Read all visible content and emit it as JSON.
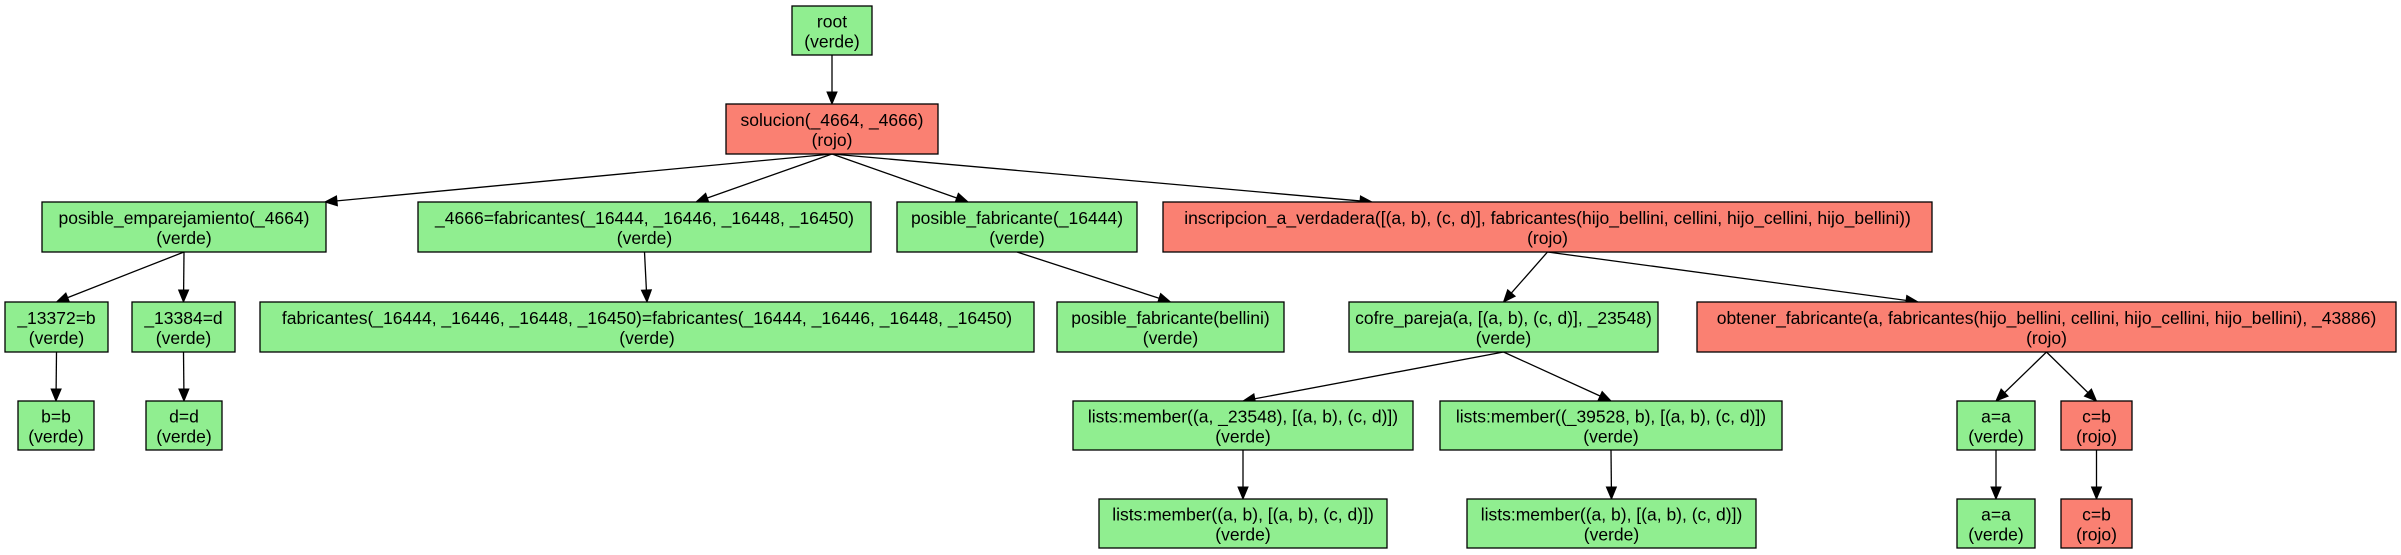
{
  "colors": {
    "verde": "#90ee90",
    "rojo": "#fa8072"
  },
  "nodes": [
    {
      "id": "n0",
      "label": "root",
      "state": "(verde)",
      "color": "verde"
    },
    {
      "id": "n1",
      "label": "solucion(_4664, _4666)",
      "state": "(rojo)",
      "color": "rojo"
    },
    {
      "id": "n2",
      "label": "posible_emparejamiento(_4664)",
      "state": "(verde)",
      "color": "verde"
    },
    {
      "id": "n3",
      "label": "_4666=fabricantes(_16444, _16446, _16448, _16450)",
      "state": "(verde)",
      "color": "verde"
    },
    {
      "id": "n4",
      "label": "posible_fabricante(_16444)",
      "state": "(verde)",
      "color": "verde"
    },
    {
      "id": "n5",
      "label": "inscripcion_a_verdadera([(a, b), (c, d)], fabricantes(hijo_bellini, cellini, hijo_cellini, hijo_bellini))",
      "state": "(rojo)",
      "color": "rojo"
    },
    {
      "id": "n6",
      "label": "_13372=b",
      "state": "(verde)",
      "color": "verde"
    },
    {
      "id": "n7",
      "label": "_13384=d",
      "state": "(verde)",
      "color": "verde"
    },
    {
      "id": "n8",
      "label": "fabricantes(_16444, _16446, _16448, _16450)=fabricantes(_16444, _16446, _16448, _16450)",
      "state": "(verde)",
      "color": "verde"
    },
    {
      "id": "n9",
      "label": "posible_fabricante(bellini)",
      "state": "(verde)",
      "color": "verde"
    },
    {
      "id": "n10",
      "label": "cofre_pareja(a, [(a, b), (c, d)], _23548)",
      "state": "(verde)",
      "color": "verde"
    },
    {
      "id": "n11",
      "label": "obtener_fabricante(a, fabricantes(hijo_bellini, cellini, hijo_cellini, hijo_bellini), _43886)",
      "state": "(rojo)",
      "color": "rojo"
    },
    {
      "id": "n12",
      "label": "b=b",
      "state": "(verde)",
      "color": "verde"
    },
    {
      "id": "n13",
      "label": "d=d",
      "state": "(verde)",
      "color": "verde"
    },
    {
      "id": "n14",
      "label": "lists:member((a, _23548), [(a, b), (c, d)])",
      "state": "(verde)",
      "color": "verde"
    },
    {
      "id": "n15",
      "label": "lists:member((_39528, b), [(a, b), (c, d)])",
      "state": "(verde)",
      "color": "verde"
    },
    {
      "id": "n16",
      "label": "a=a",
      "state": "(verde)",
      "color": "verde"
    },
    {
      "id": "n17",
      "label": "c=b",
      "state": "(rojo)",
      "color": "rojo"
    },
    {
      "id": "n18",
      "label": "lists:member((a, b), [(a, b), (c, d)])",
      "state": "(verde)",
      "color": "verde"
    },
    {
      "id": "n19",
      "label": "lists:member((a, b), [(a, b), (c, d)])",
      "state": "(verde)",
      "color": "verde"
    },
    {
      "id": "n20",
      "label": "a=a",
      "state": "(verde)",
      "color": "verde"
    },
    {
      "id": "n21",
      "label": "c=b",
      "state": "(rojo)",
      "color": "rojo"
    }
  ],
  "edges": [
    [
      "n0",
      "n1"
    ],
    [
      "n1",
      "n2"
    ],
    [
      "n1",
      "n3"
    ],
    [
      "n1",
      "n4"
    ],
    [
      "n1",
      "n5"
    ],
    [
      "n2",
      "n6"
    ],
    [
      "n2",
      "n7"
    ],
    [
      "n3",
      "n8"
    ],
    [
      "n4",
      "n9"
    ],
    [
      "n5",
      "n10"
    ],
    [
      "n5",
      "n11"
    ],
    [
      "n6",
      "n12"
    ],
    [
      "n7",
      "n13"
    ],
    [
      "n10",
      "n14"
    ],
    [
      "n10",
      "n15"
    ],
    [
      "n11",
      "n16"
    ],
    [
      "n11",
      "n17"
    ],
    [
      "n14",
      "n18"
    ],
    [
      "n15",
      "n19"
    ],
    [
      "n16",
      "n20"
    ],
    [
      "n17",
      "n21"
    ]
  ]
}
